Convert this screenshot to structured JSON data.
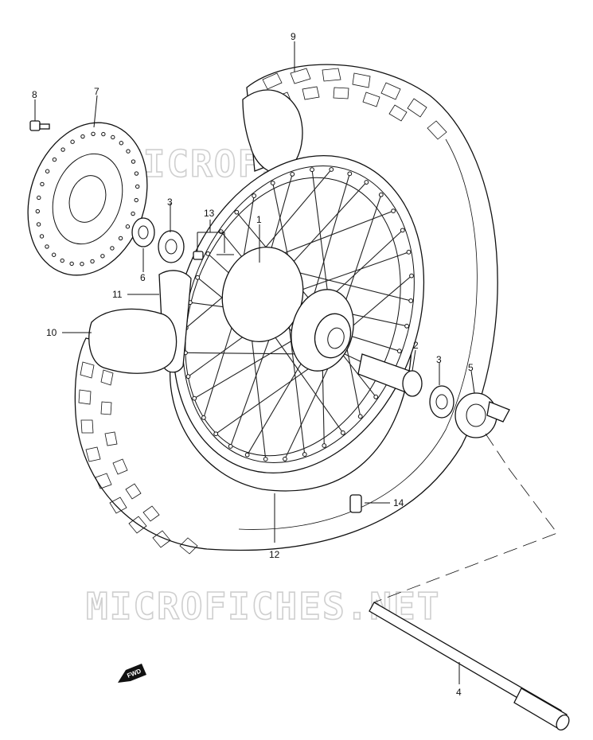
{
  "watermark": {
    "top": "MICROFICHES.NET",
    "bottom": "MICROFICHES.NET"
  },
  "fwd_arrow": "FWD",
  "callouts": {
    "c1": "1",
    "c2": "2",
    "c3a": "3",
    "c3b": "3",
    "c4": "4",
    "c5": "5",
    "c6": "6",
    "c7": "7",
    "c8": "8",
    "c9": "9",
    "c10": "10",
    "c11": "11",
    "c12": "12",
    "c13": "13",
    "c14": "14"
  }
}
